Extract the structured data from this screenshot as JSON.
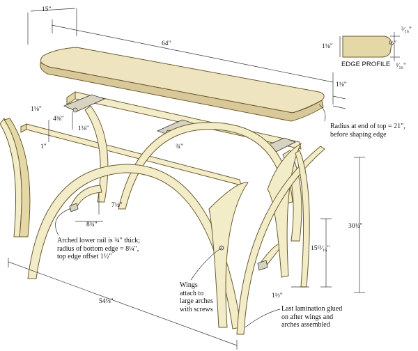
{
  "dimensions": {
    "top_width": "15\"",
    "top_length": "64\"",
    "top_thickness": "1⅛\"",
    "rail_thickness": "1⅛\"",
    "rail_height": "4⅜\"",
    "rail_width": "1⅛\"",
    "rail_offset": "1\"",
    "center_tab": "¾\"",
    "arch_height": "7¼\"",
    "arch_span": "8¾\"",
    "overall_length": "54⅛\"",
    "overall_height": "30¾\"",
    "wing_height": "15¹³⁄₁₆\"",
    "base_offset": "1½\""
  },
  "edge_profile": {
    "title": "EDGE PROFILE",
    "thickness": "1⅛\"",
    "top_step": "³⁄₁₆\"",
    "middle": "½\"",
    "bottom_step": "³⁄₁₆\""
  },
  "notes": {
    "radius_line1": "Radius at end of top = 21\",",
    "radius_line2": "before shaping edge",
    "rail_line1": "Arched lower rail is ¾\" thick;",
    "rail_line2": "radius of bottom edge = 8¼\",",
    "rail_line3": "top edge offset 1½\"",
    "wings_line1": "Wings",
    "wings_line2": "attach to",
    "wings_line3": "large arches",
    "wings_line4": "with screws",
    "lamination_line1": "Last lamination glued",
    "lamination_line2": "on after wings and",
    "lamination_line3": "arches assembled"
  },
  "colors": {
    "wood": "#f3ecc8",
    "wood_shade": "#e4d8a6",
    "outline": "#6a5a2a"
  }
}
